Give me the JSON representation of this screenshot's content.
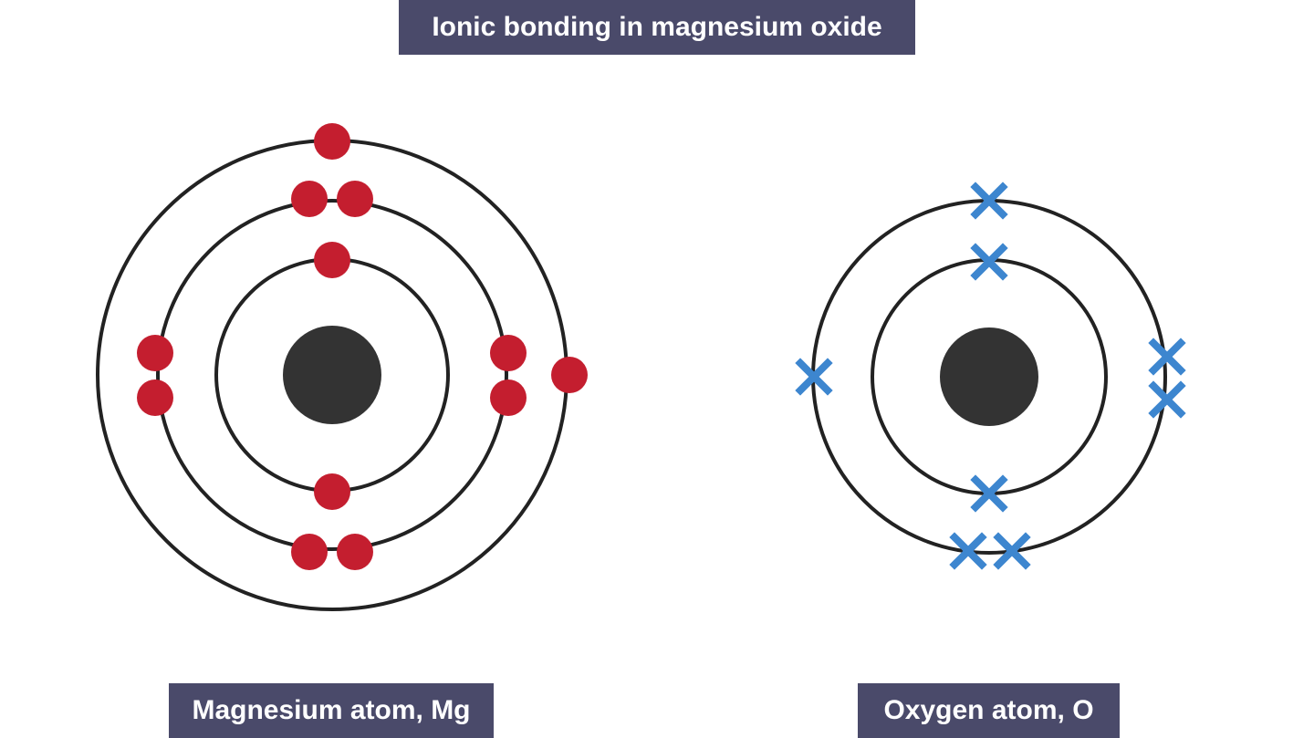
{
  "title": "Ionic bonding in magnesium oxide",
  "atoms": [
    {
      "id": "magnesium",
      "label": "Magnesium atom, Mg",
      "shells": [
        2,
        8,
        2
      ],
      "electron_symbol": "dot",
      "electron_color": "#c41e2f"
    },
    {
      "id": "oxygen",
      "label": "Oxygen atom, O",
      "shells": [
        2,
        6
      ],
      "electron_symbol": "cross",
      "electron_color": "#3d86cf"
    }
  ],
  "colors": {
    "label_bg": "#4a4a6a",
    "label_text": "#ffffff",
    "nucleus": "#333333",
    "shell": "#222222"
  }
}
